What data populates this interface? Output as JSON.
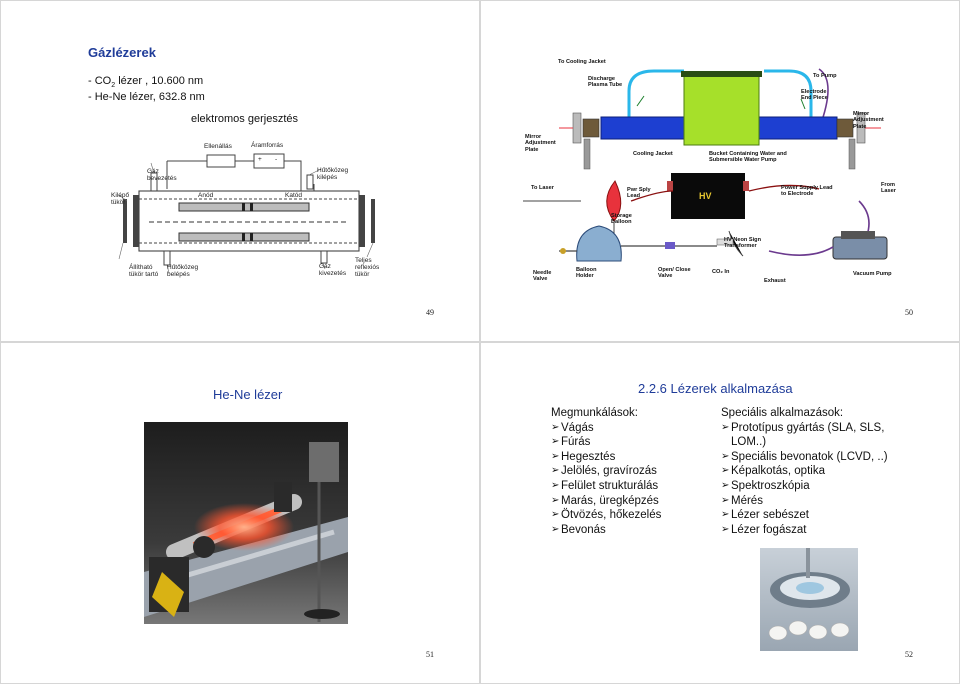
{
  "slides": {
    "s49": {
      "title": "Gázlézerek",
      "line1": "- CO",
      "line1_sub": "2",
      "line1_rest": " lézer , 10.600 nm",
      "line2": "- He-Ne lézer, 632.8 nm",
      "subtitle": "elektromos gerjesztés",
      "diagram_labels": {
        "resistor": "Ellenállás",
        "power": "Áramforrás",
        "plus": "+",
        "minus": "-",
        "gas_in": "Gáz bevezetés",
        "coolant_out": "Hűtőközeg kilépés",
        "exit_mirror": "Kilépő tükör",
        "anode": "Anód",
        "cathode": "Katód",
        "full_mirror": "Teljes reflexiós tükör",
        "adjustable_holder": "Állítható tükör tartó",
        "coolant_in": "Hűtőközeg belépés",
        "gas_out": "Gáz kivezetés"
      },
      "page": "49"
    },
    "s50": {
      "labels": {
        "cooling_jacket_top": "To Cooling Jacket",
        "discharge": "Discharge Plasma Tube",
        "to_pump": "To Pump",
        "electrode": "Electrode End Piece",
        "mirror_left": "Mirror Adjustment Plate",
        "mirror_right": "Mirror Adjustment Plate",
        "cooling_jacket": "Cooling Jacket",
        "bucket": "Bucket Containing Water and Submersible Water Pump",
        "to_laser": "To Laser",
        "pwr_sply": "Pwr Sply Lead",
        "hv": "HV",
        "power_supply": "Power Supply Lead to Electrode",
        "from_laser": "From Laser",
        "storage": "Storage Balloon",
        "hv_neon": "HV Neon Sign Transformer",
        "needle": "Needle Valve",
        "balloon_holder": "Balloon Holder",
        "open_close": "Open/ Close Valve",
        "co2_in": "CO₂ In",
        "exhaust": "Exhaust",
        "vacuum": "Vacuum Pump"
      },
      "page": "50"
    },
    "s51": {
      "title": "He-Ne lézer",
      "page": "51"
    },
    "s52": {
      "title": "2.2.6 Lézerek alkalmazása",
      "left_heading": "Megmunkálások",
      "left_colon": ":",
      "left_items": [
        "Vágás",
        "Fúrás",
        "Hegesztés",
        "Jelölés, gravírozás",
        "Felület strukturálás",
        "Marás, üregképzés",
        "Ötvözés, hőkezelés",
        "Bevonás"
      ],
      "right_heading": "Speciális alkalmazások:",
      "right_items": [
        "Prototípus gyártás (SLA, SLS,",
        "Speciális bevonatok (LCVD, ..)",
        "Képalkotás, optika",
        "Spektroszkópia",
        "Mérés",
        "Lézer sebészet",
        "Lézer fogászat"
      ],
      "right_item0_cont": "LOM..)",
      "page": "52"
    }
  },
  "colors": {
    "title_blue": "#1f3c99",
    "tube_blue": "#1d3fd1",
    "plasma_green": "#a6e02a",
    "cooling_cyan": "#2ab7ea",
    "balloon_red": "#e8323c",
    "vacuum_purple": "#6b3a8e"
  }
}
